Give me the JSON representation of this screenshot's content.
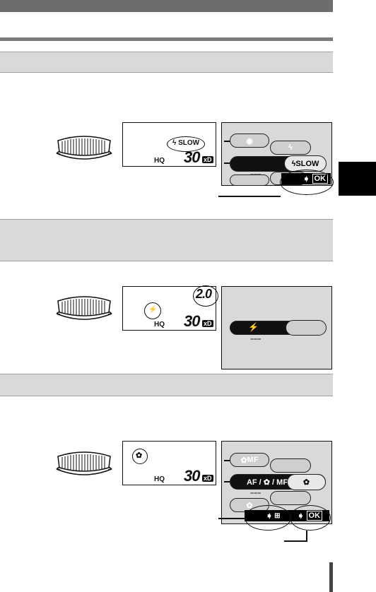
{
  "manual": {
    "sections": [
      {
        "lcd": {
          "mode_label": "SLOW",
          "quality": "HQ",
          "count": "30",
          "media": "xD"
        },
        "menu": {
          "option_selected": "SLOW",
          "ok_label": "OK"
        }
      },
      {
        "lcd": {
          "aperture": "2.0",
          "quality": "HQ",
          "count": "30",
          "media": "xD"
        }
      },
      {
        "lcd": {
          "quality": "HQ",
          "count": "30",
          "media": "xD"
        },
        "menu": {
          "option_top": "MF",
          "option_selected": "AF / ",
          "option_selected_b": " / MF",
          "ok_label": "OK"
        }
      }
    ]
  },
  "icons": [
    "red-eye-icon",
    "flash-icon",
    "flash-off-icon",
    "slow-sync-icon",
    "macro-icon",
    "super-macro-icon",
    "flash-comp-icon",
    "arrow-icon",
    "dial-icon"
  ]
}
